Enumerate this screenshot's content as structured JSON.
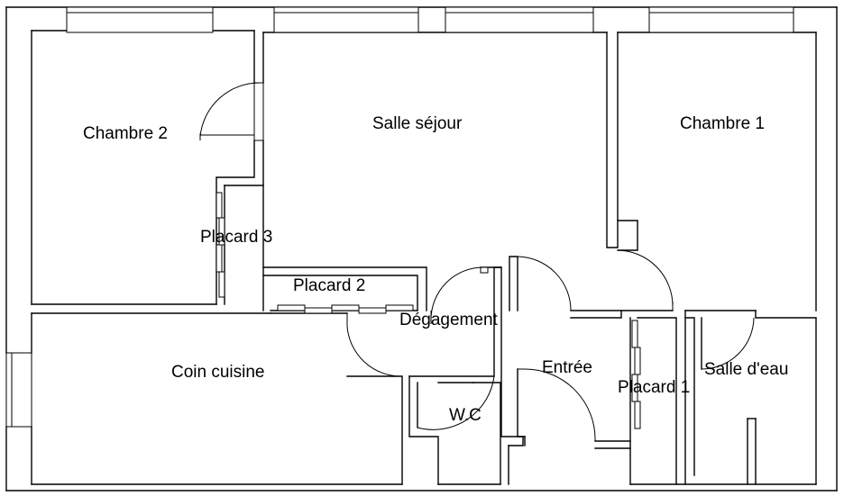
{
  "plan": {
    "title": "",
    "rooms": {
      "chambre2": "Chambre 2",
      "salle_sejour": "Salle séjour",
      "chambre1": "Chambre 1",
      "placard3": "Placard 3",
      "placard2": "Placard 2",
      "degagement": "Dégagement",
      "coin_cuisine": "Coin cuisine",
      "entree": "Entrée",
      "placard1": "Placard 1",
      "salle_deau": "Salle d'eau",
      "wc": "W.C"
    }
  }
}
